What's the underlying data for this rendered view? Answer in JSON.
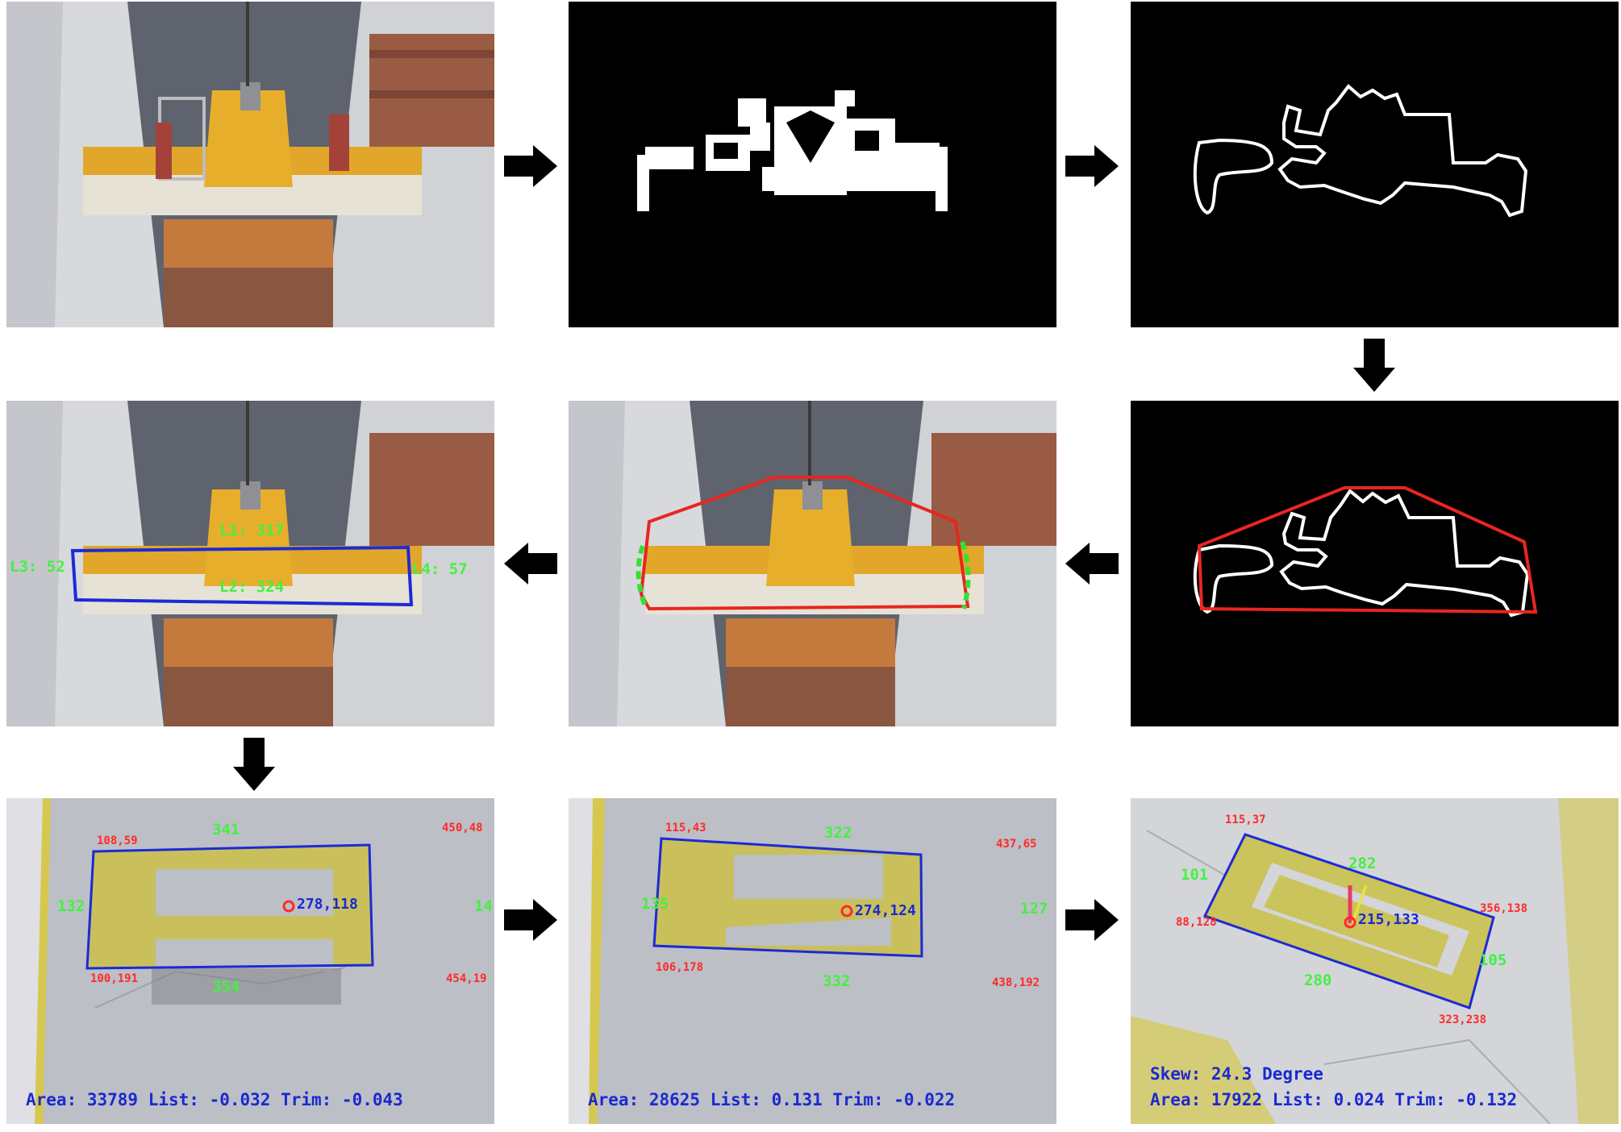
{
  "colors": {
    "arrow": "#000000",
    "contour": "#ffffff",
    "hull": "#e8261f",
    "box": "#1c2ad6",
    "dimension_label": "#44f044",
    "corner_label": "#ff2a2a",
    "center_label": "#1a2ad0",
    "plate": "#c9c05c"
  },
  "icons": [
    "arrow-right-icon",
    "arrow-down-icon",
    "arrow-left-icon"
  ],
  "panel6_labels": {
    "l1": "L1: 317",
    "l2": "L2: 324",
    "l3": "L3: 52",
    "l4": "L4: 57"
  },
  "panel7": {
    "top": "341",
    "left": "132",
    "right": "14",
    "bottom": "354",
    "corner_tl": "108,59",
    "corner_tr": "450,48",
    "corner_bl": "100,191",
    "corner_br": "454,19",
    "center": "278,118",
    "metrics": "Area: 33789  List: -0.032  Trim: -0.043"
  },
  "panel8": {
    "top": "322",
    "left": "135",
    "right": "127",
    "bottom": "332",
    "corner_tl": "115,43",
    "corner_tr": "437,65",
    "corner_bl": "106,178",
    "corner_br": "438,192",
    "center": "274,124",
    "metrics": "Area: 28625  List: 0.131   Trim: -0.022"
  },
  "panel9": {
    "top": "282",
    "left": "101",
    "right": "105",
    "bottom": "280",
    "corner_t": "115,37",
    "corner_l": "88,128",
    "corner_r": "356,138",
    "corner_b": "323,238",
    "center": "215,133",
    "skew": "Skew: 24.3 Degree",
    "metrics": "Area: 17922  List: 0.024   Trim: -0.132"
  }
}
